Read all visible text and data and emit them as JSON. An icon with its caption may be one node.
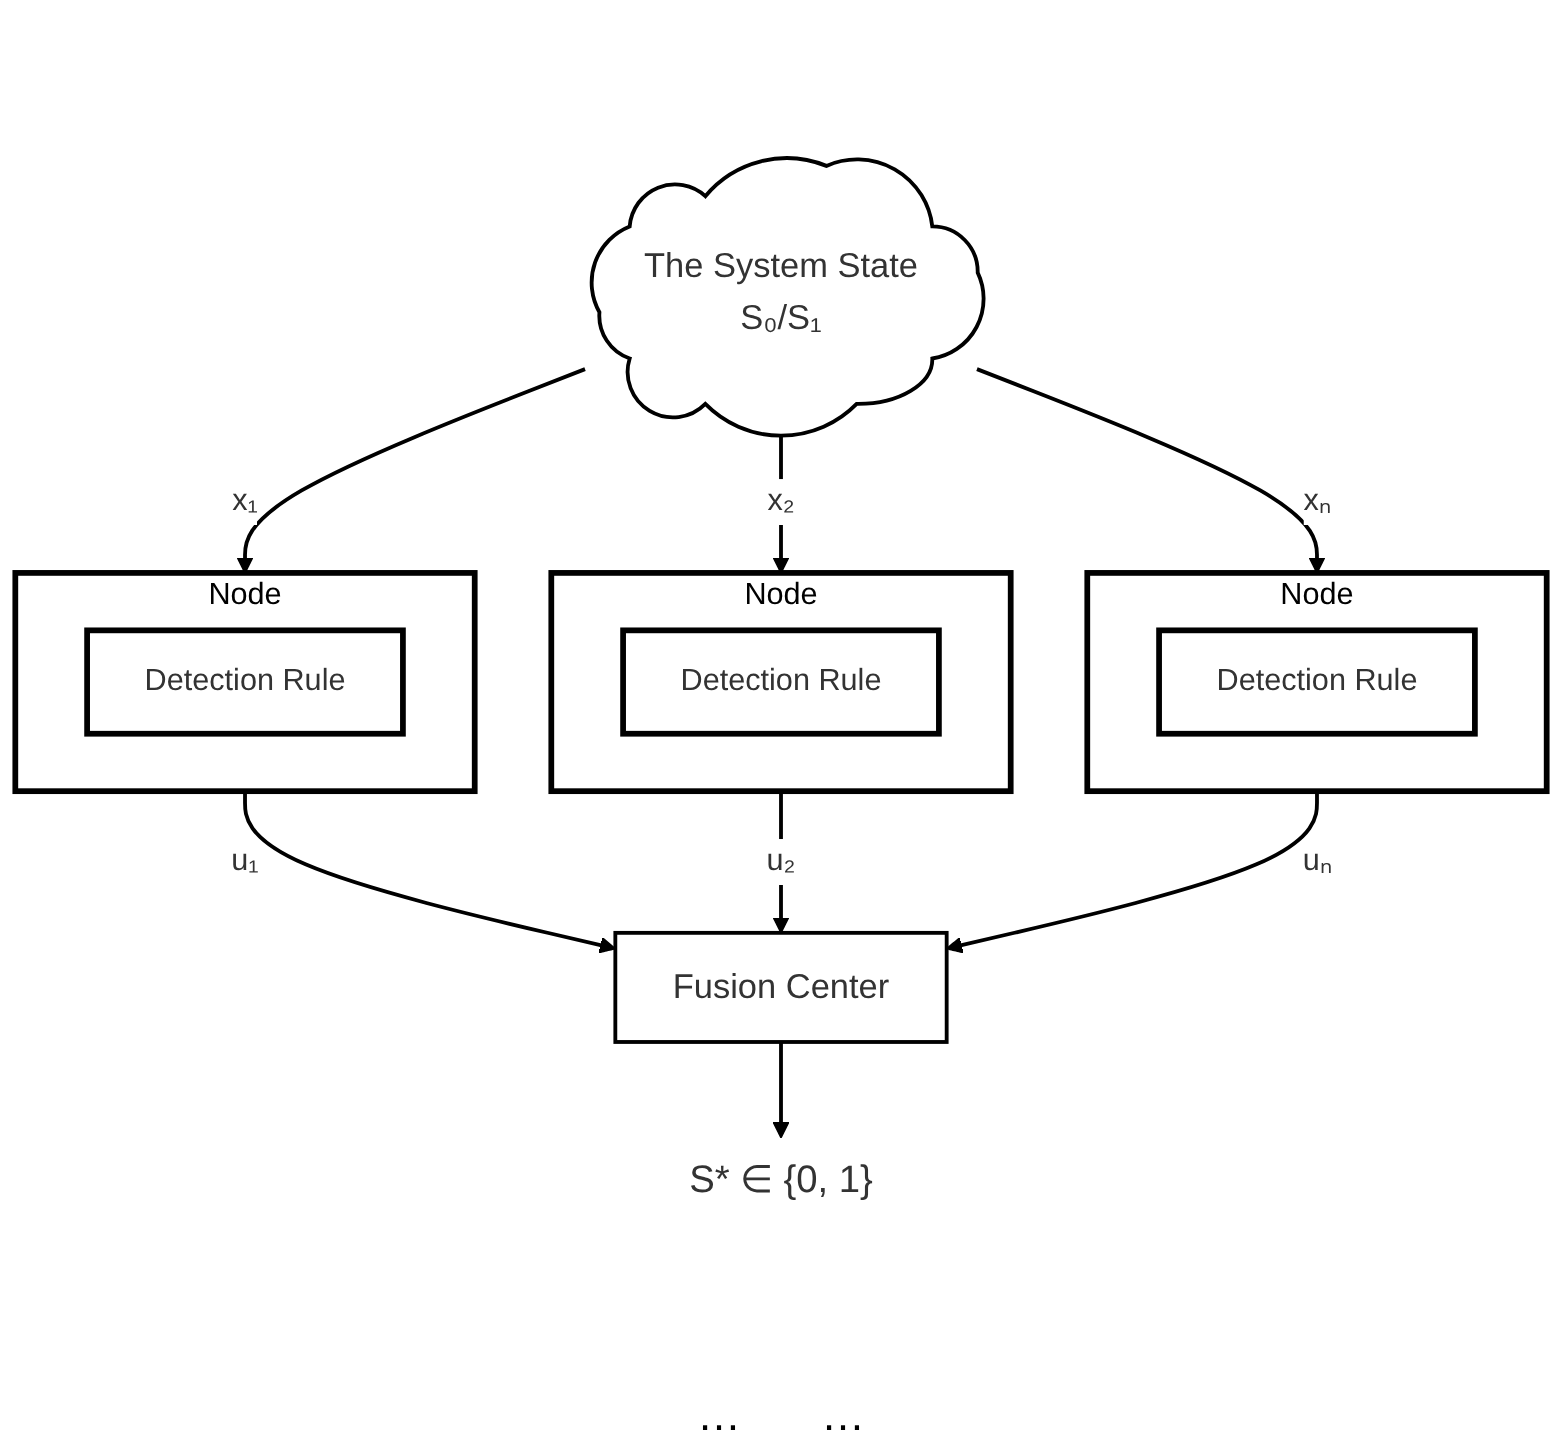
{
  "diagram": {
    "nodes": [
      {
        "text": [
          "The System State",
          "S₀/S₁"
        ]
      },
      {
        "text": [
          "Node"
        ]
      },
      {
        "text": [
          "Detection Rule"
        ],
        "in": 1
      },
      {
        "text": [
          "Node"
        ]
      },
      {
        "text": [
          "Detection Rule"
        ],
        "in": 3
      },
      {
        "text": [
          "Node"
        ]
      },
      {
        "text": [
          "Detection Rule"
        ],
        "in": 5
      },
      {
        "text": [
          "Fusion Center"
        ]
      },
      {
        "text": [
          "S* ∈ {0, 1}"
        ]
      }
    ],
    "edges": [
      {
        "from": 0,
        "to": 1,
        "arrow": "to",
        "label": "x₁"
      },
      {
        "from": 0,
        "to": 3,
        "arrow": "to",
        "label": "x₂"
      },
      {
        "from": 0,
        "to": 5,
        "arrow": "to",
        "label": "xₙ"
      },
      {
        "from": 1,
        "to": 7,
        "arrow": "to",
        "label": "u₁"
      },
      {
        "from": 3,
        "to": 7,
        "arrow": "to",
        "label": "u₂"
      },
      {
        "from": 5,
        "to": 7,
        "arrow": "to",
        "label": "uₙ"
      },
      {
        "from": 7,
        "to": 8,
        "arrow": "to"
      }
    ],
    "labels": [
      "…",
      "…"
    ]
  }
}
